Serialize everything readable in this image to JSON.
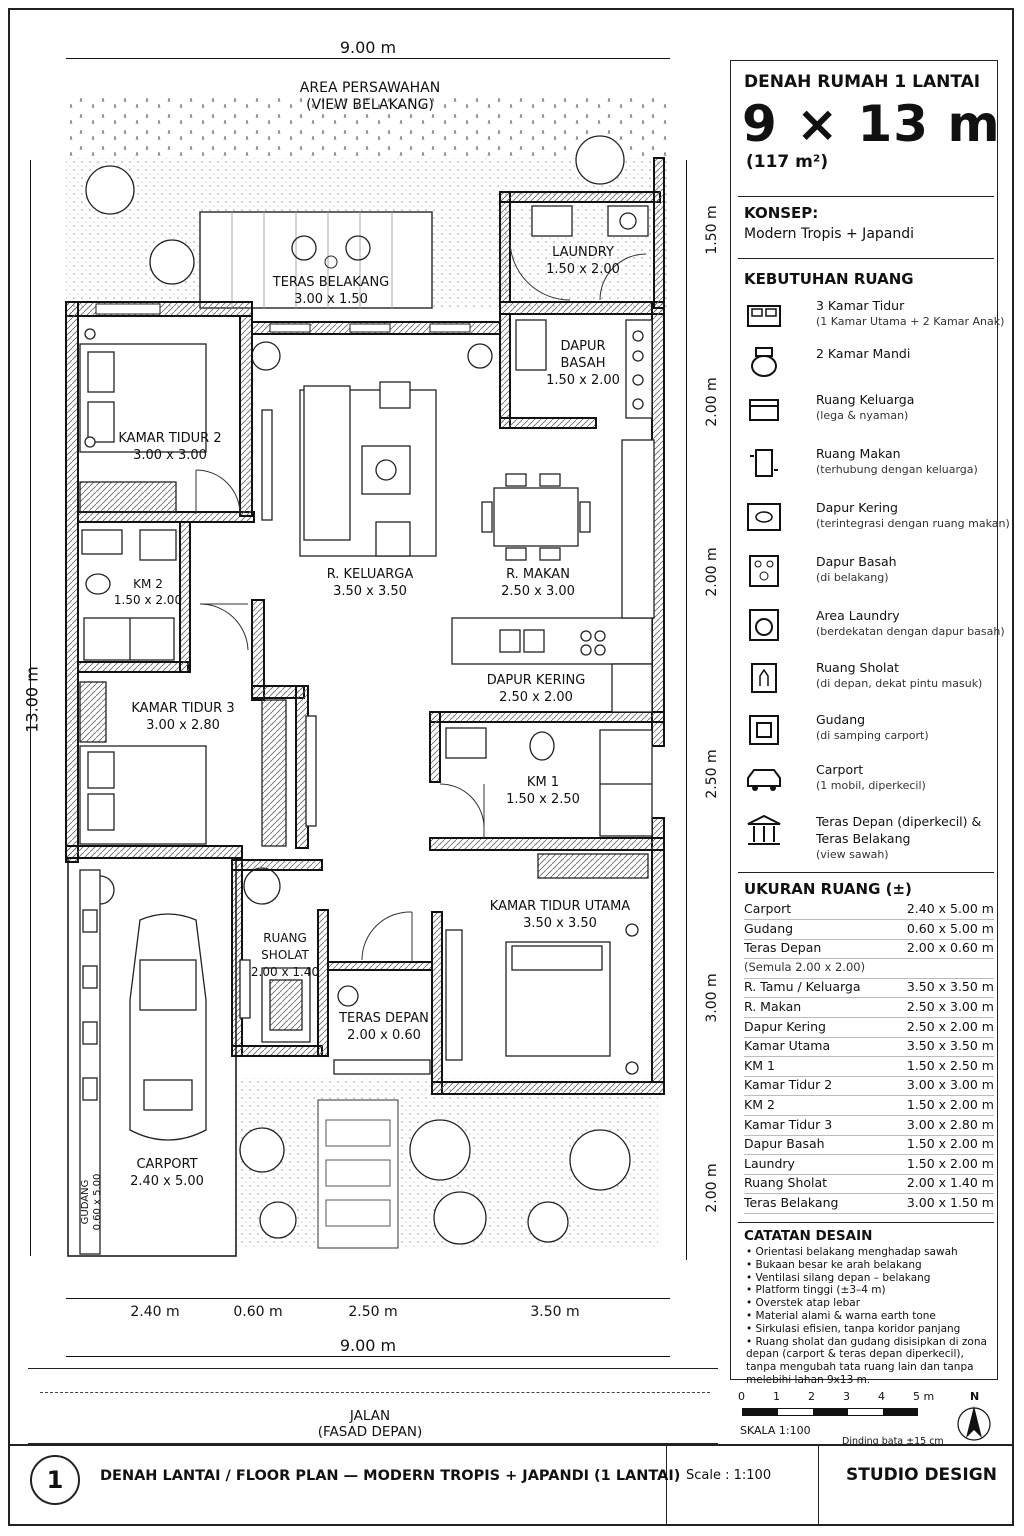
{
  "plan": {
    "top_dim": "9.00 m",
    "bottom_dim": "9.00 m",
    "left_dim": "13.00 m",
    "area_label_1": "AREA PERSAWAHAN",
    "area_label_2": "(VIEW BELAKANG)",
    "road_1": "JALAN",
    "road_2": "(FASAD DEPAN)",
    "bottom_segments": [
      "2.40 m",
      "0.60 m",
      "2.50 m",
      "3.50 m"
    ],
    "right_segments": [
      "1.50 m",
      "2.00 m",
      "2.00 m",
      "2.50 m",
      "3.00 m",
      "2.00 m"
    ],
    "rooms": {
      "teras_belakang": [
        "TERAS BELAKANG",
        "3.00 x 1.50"
      ],
      "laundry": [
        "LAUNDRY",
        "1.50 x 2.00"
      ],
      "dapur_basah": [
        "DAPUR",
        "BASAH",
        "1.50 x 2.00"
      ],
      "kamar_tidur_2": [
        "KAMAR TIDUR 2",
        "3.00 x 3.00"
      ],
      "km2": [
        "KM 2",
        "1.50 x 2.00"
      ],
      "r_keluarga": [
        "R. KELUARGA",
        "3.50 x 3.50"
      ],
      "r_makan": [
        "R. MAKAN",
        "2.50 x 3.00"
      ],
      "dapur_kering": [
        "DAPUR KERING",
        "2.50 x 2.00"
      ],
      "kamar_tidur_3": [
        "KAMAR TIDUR 3",
        "3.00 x 2.80"
      ],
      "km1": [
        "KM 1",
        "1.50 x 2.50"
      ],
      "ruang_sholat": [
        "RUANG SHOLAT",
        "2.00 x 1.40"
      ],
      "kamar_utama": [
        "KAMAR TIDUR UTAMA",
        "3.50 x 3.50"
      ],
      "teras_depan": [
        "TERAS DEPAN",
        "2.00 x 0.60"
      ],
      "carport": [
        "CARPORT",
        "2.40 x 5.00"
      ],
      "gudang": [
        "GUDANG",
        "0.60 x 5.00"
      ]
    }
  },
  "panel": {
    "title": "DENAH RUMAH 1 LANTAI",
    "big": "9 × 13 m",
    "area": "(117 m²)",
    "konsep_head": "KONSEP:",
    "konsep": "Modern Tropis + Japandi",
    "kebutuhan_head": "KEBUTUHAN RUANG",
    "kebutuhan": [
      {
        "name": "3 Kamar Tidur",
        "sub": "(1 Kamar Utama + 2 Kamar Anak)",
        "icon": "bed-icon"
      },
      {
        "name": "2 Kamar Mandi",
        "sub": "",
        "icon": "toilet-icon"
      },
      {
        "name": "Ruang Keluarga",
        "sub": "(lega & nyaman)",
        "icon": "sofa-icon"
      },
      {
        "name": "Ruang Makan",
        "sub": "(terhubung dengan keluarga)",
        "icon": "dining-table-icon"
      },
      {
        "name": "Dapur Kering",
        "sub": "(terintegrasi dengan ruang makan)",
        "icon": "kitchen-counter-icon"
      },
      {
        "name": "Dapur Basah",
        "sub": "(di belakang)",
        "icon": "stove-icon"
      },
      {
        "name": "Area Laundry",
        "sub": "(berdekatan dengan dapur basah)",
        "icon": "washing-machine-icon"
      },
      {
        "name": "Ruang Sholat",
        "sub": "(di depan, dekat pintu masuk)",
        "icon": "lantern-icon"
      },
      {
        "name": "Gudang",
        "sub": "(di samping carport)",
        "icon": "storage-box-icon"
      },
      {
        "name": "Carport",
        "sub": "(1 mobil, diperkecil)",
        "icon": "car-icon"
      },
      {
        "name": "Teras Depan (diperkecil) &",
        "sub": "Teras Belakang",
        "icon": "pavilion-icon"
      }
    ],
    "kebutuhan_last_sub2": "(view sawah)",
    "ukuran_head": "UKURAN RUANG (±)",
    "ukuran": [
      {
        "n": "Carport",
        "v": "2.40 x 5.00 m"
      },
      {
        "n": "Gudang",
        "v": "0.60 x 5.00 m"
      },
      {
        "n": "Teras Depan",
        "v": "2.00 x 0.60 m"
      },
      {
        "n": "(Semula 2.00 x 2.00)",
        "v": ""
      },
      {
        "n": "R. Tamu / Keluarga",
        "v": "3.50 x 3.50 m"
      },
      {
        "n": "R. Makan",
        "v": "2.50 x 3.00 m"
      },
      {
        "n": "Dapur Kering",
        "v": "2.50 x 2.00 m"
      },
      {
        "n": "Kamar Utama",
        "v": "3.50 x 3.50 m"
      },
      {
        "n": "KM 1",
        "v": "1.50 x 2.50 m"
      },
      {
        "n": "Kamar Tidur 2",
        "v": "3.00 x 3.00 m"
      },
      {
        "n": "KM 2",
        "v": "1.50 x 2.00 m"
      },
      {
        "n": "Kamar Tidur 3",
        "v": "3.00 x 2.80 m"
      },
      {
        "n": "Dapur Basah",
        "v": "1.50 x 2.00 m"
      },
      {
        "n": "Laundry",
        "v": "1.50 x 2.00 m"
      },
      {
        "n": "Ruang Sholat",
        "v": "2.00 x 1.40 m"
      },
      {
        "n": "Teras Belakang",
        "v": "3.00 x 1.50 m"
      }
    ],
    "catatan_head": "CATATAN DESAIN",
    "catatan": [
      "Orientasi belakang menghadap sawah",
      "Bukaan besar ke arah belakang",
      "Ventilasi silang depan – belakang",
      "Platform tinggi (±3–4 m)",
      "Overstek atap lebar",
      "Material alami & warna earth tone",
      "Sirkulasi efisien, tanpa koridor panjang",
      "Ruang sholat dan gudang disisipkan di zona depan (carport & teras depan diperkecil), tanpa mengubah tata ruang lain dan tanpa melebihi lahan 9x13 m."
    ],
    "scale_ticks": [
      "0",
      "1",
      "2",
      "3",
      "4",
      "5 m"
    ],
    "north": "N",
    "skala": "SKALA 1:100",
    "dinding": "Dinding bata ±15 cm"
  },
  "footer": {
    "number": "1",
    "title": "DENAH LANTAI / FLOOR PLAN — MODERN TROPIS + JAPANDI (1 LANTAI)",
    "scale": "Scale :  1:100",
    "studio": "STUDIO DESIGN"
  }
}
